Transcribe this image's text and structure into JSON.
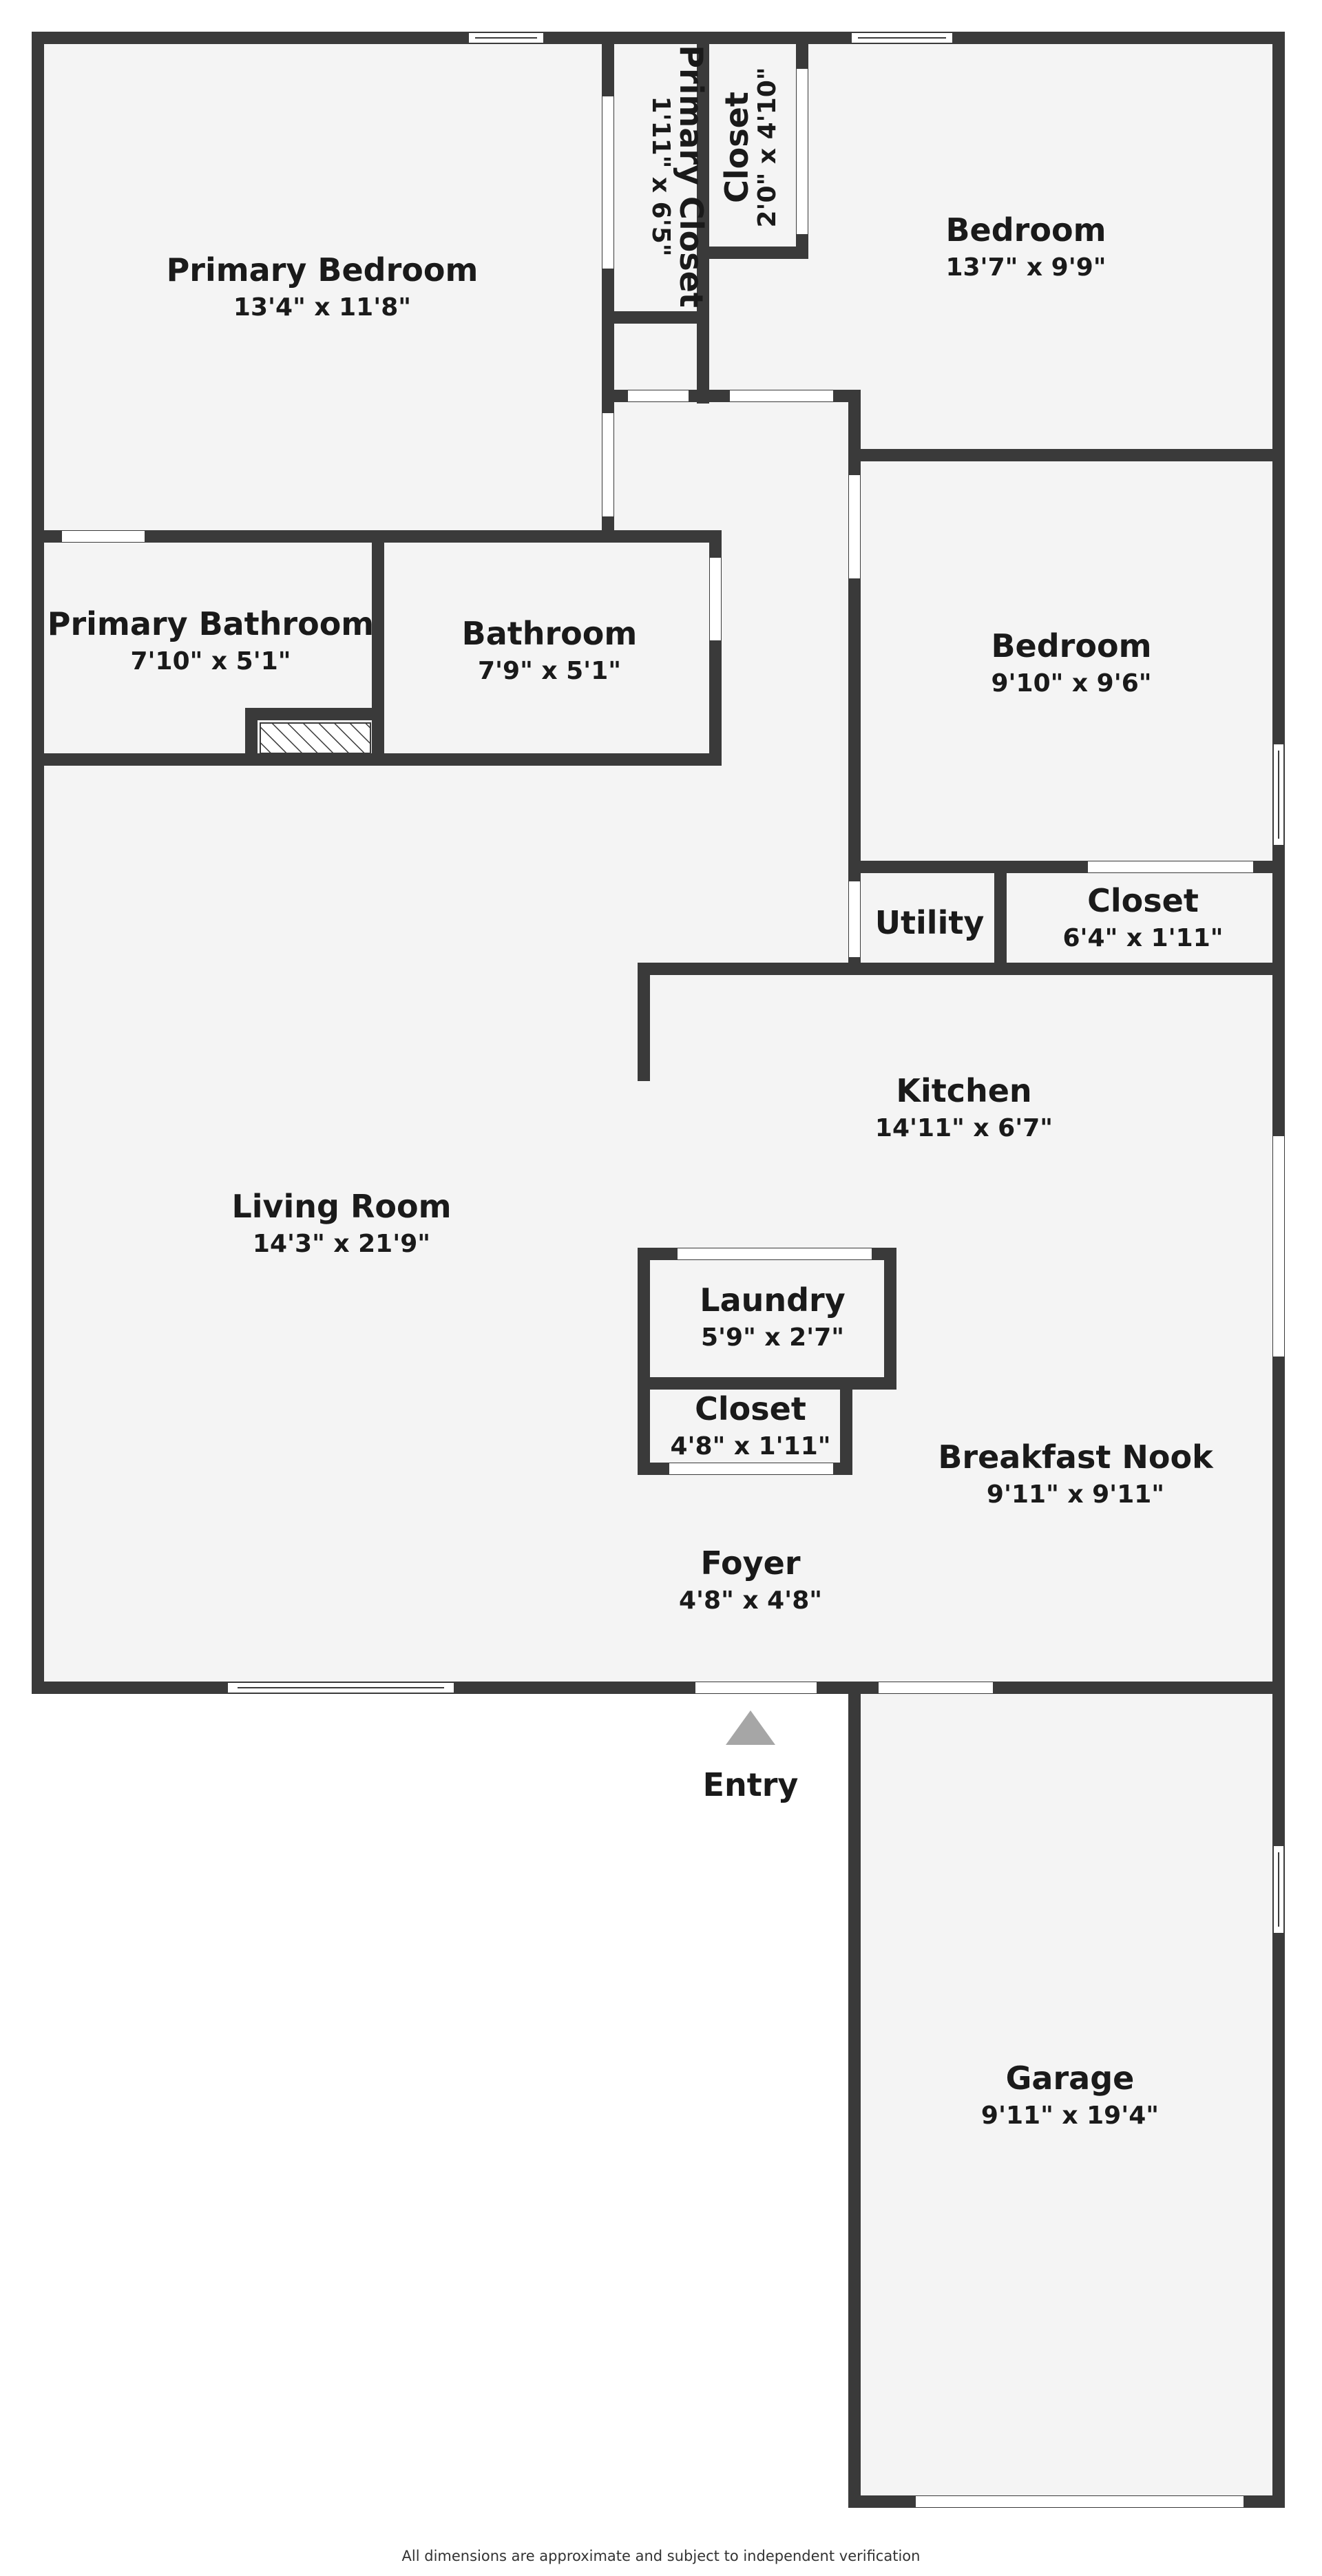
{
  "colors": {
    "wall": "#3a3a3a",
    "floor": "#f4f4f4",
    "background": "#ffffff",
    "opening": "#ffffff",
    "entry_arrow": "#a6a6a6"
  },
  "rooms": {
    "primary_bedroom": {
      "name": "Primary Bedroom",
      "dims": "13'4\" x 11'8\""
    },
    "primary_closet": {
      "name": "Primary Closet",
      "dims": "1'11\" x 6'5\""
    },
    "closet_top": {
      "name": "Closet",
      "dims": "2'0\" x 4'10\""
    },
    "bedroom_ne": {
      "name": "Bedroom",
      "dims": "13'7\" x 9'9\""
    },
    "bedroom_e": {
      "name": "Bedroom",
      "dims": "9'10\" x 9'6\""
    },
    "primary_bathroom": {
      "name": "Primary Bathroom",
      "dims": "7'10\" x 5'1\""
    },
    "bathroom": {
      "name": "Bathroom",
      "dims": "7'9\" x 5'1\""
    },
    "utility": {
      "name": "Utility",
      "dims": ""
    },
    "closet_utility": {
      "name": "Closet",
      "dims": "6'4\" x 1'11\""
    },
    "kitchen": {
      "name": "Kitchen",
      "dims": "14'11\" x 6'7\""
    },
    "living_room": {
      "name": "Living Room",
      "dims": "14'3\" x 21'9\""
    },
    "laundry": {
      "name": "Laundry",
      "dims": "5'9\" x 2'7\""
    },
    "closet_center": {
      "name": "Closet",
      "dims": "4'8\" x 1'11\""
    },
    "breakfast_nook": {
      "name": "Breakfast Nook",
      "dims": "9'11\" x 9'11\""
    },
    "foyer": {
      "name": "Foyer",
      "dims": "4'8\" x 4'8\""
    },
    "garage": {
      "name": "Garage",
      "dims": "9'11\" x 19'4\""
    }
  },
  "entry": {
    "label": "Entry"
  },
  "footer": {
    "disclaimer": "All dimensions are approximate and subject to independent verification"
  }
}
